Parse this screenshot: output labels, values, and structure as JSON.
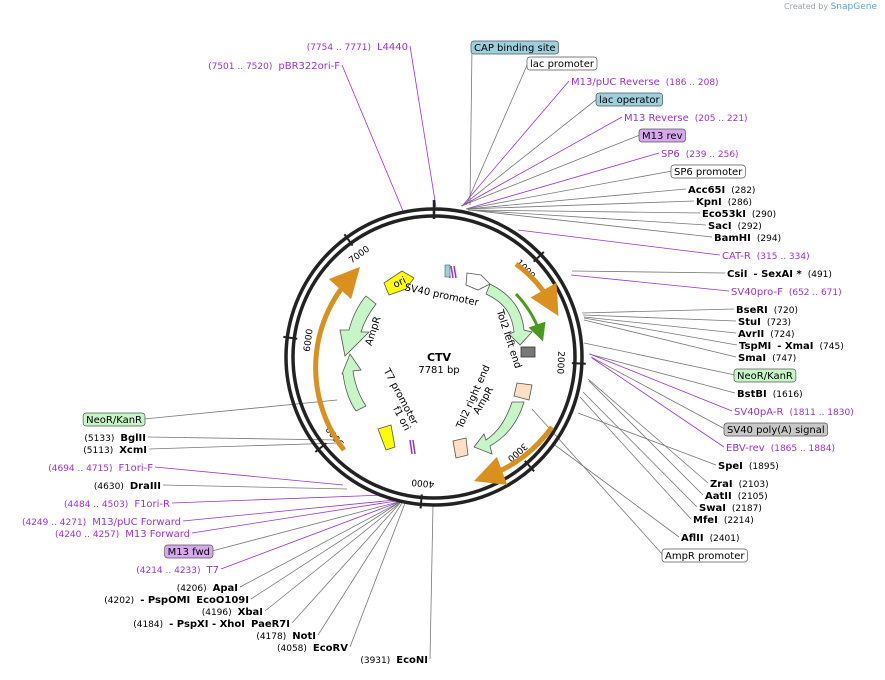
{
  "credit": {
    "created_by": "Created by",
    "brand": "SnapGene"
  },
  "plasmid": {
    "name": "CTV",
    "size": "7781 bp",
    "length": 7781
  },
  "ticks": [
    {
      "pos": 1000,
      "label": "1000"
    },
    {
      "pos": 2000,
      "label": "2000"
    },
    {
      "pos": 3000,
      "label": "3000"
    },
    {
      "pos": 4000,
      "label": "4000"
    },
    {
      "pos": 5000,
      "label": "5000"
    },
    {
      "pos": 6000,
      "label": "6000"
    },
    {
      "pos": 7000,
      "label": "7000"
    }
  ],
  "inner_labels": [
    {
      "key": "sv40-promoter-label",
      "text": "SV40 promoter"
    },
    {
      "key": "tol2-left-end-label",
      "text": "Tol2 left end"
    },
    {
      "key": "tol2-right-end-label",
      "text": "Tol2 right end"
    },
    {
      "key": "ampr-inner-label",
      "text": "AmpR"
    },
    {
      "key": "ampr-left-label",
      "text": "AmpR"
    },
    {
      "key": "t7-promoter-label",
      "text": "T7 promoter"
    },
    {
      "key": "f1-ori-label",
      "text": "f1 ori"
    },
    {
      "key": "ori-label",
      "text": "ori"
    }
  ],
  "labels": [
    {
      "text": "CAP binding site",
      "style": "box-teal"
    },
    {
      "text": "lac promoter",
      "style": "box-white"
    },
    {
      "text": "M13/pUC Reverse",
      "range": "(186 .. 208)",
      "style": "primer"
    },
    {
      "text": "lac operator",
      "style": "box-teal"
    },
    {
      "text": "M13 Reverse",
      "range": "(205 .. 221)",
      "style": "primer"
    },
    {
      "text": "M13 rev",
      "style": "box-purple"
    },
    {
      "text": "SP6",
      "range": "(239 .. 256)",
      "style": "primer"
    },
    {
      "text": "SP6 promoter",
      "style": "box-white"
    },
    {
      "text": "Acc65I",
      "range": "(282)",
      "style": "enzyme"
    },
    {
      "text": "KpnI",
      "range": "(286)",
      "style": "enzyme"
    },
    {
      "text": "Eco53kI",
      "range": "(290)",
      "style": "enzyme"
    },
    {
      "text": "SacI",
      "range": "(292)",
      "style": "enzyme"
    },
    {
      "text": "BamHI",
      "range": "(294)",
      "style": "enzyme"
    },
    {
      "text": "CAT-R",
      "range": "(315 .. 334)",
      "style": "primer"
    },
    {
      "text": "CsiI",
      "extra": "- SexAI *",
      "range": "(491)",
      "style": "enzyme"
    },
    {
      "text": "SV40pro-F",
      "range": "(652 .. 671)",
      "style": "primer"
    },
    {
      "text": "BseRI",
      "range": "(720)",
      "style": "enzyme"
    },
    {
      "text": "StuI",
      "range": "(723)",
      "style": "enzyme"
    },
    {
      "text": "AvrII",
      "range": "(724)",
      "style": "enzyme"
    },
    {
      "text": "TspMI",
      "extra": "- XmaI",
      "range": "(745)",
      "style": "enzyme"
    },
    {
      "text": "SmaI",
      "range": "(747)",
      "style": "enzyme"
    },
    {
      "text": "NeoR/KanR",
      "style": "box-green"
    },
    {
      "text": "BstBI",
      "range": "(1616)",
      "style": "enzyme"
    },
    {
      "text": "SV40pA-R",
      "range": "(1811 .. 1830)",
      "style": "primer"
    },
    {
      "text": "SV40 poly(A) signal",
      "style": "box-gray"
    },
    {
      "text": "EBV-rev",
      "range": "(1865 .. 1884)",
      "style": "primer"
    },
    {
      "text": "SpeI",
      "range": "(1895)",
      "style": "enzyme"
    },
    {
      "text": "ZraI",
      "range": "(2103)",
      "style": "enzyme"
    },
    {
      "text": "AatII",
      "range": "(2105)",
      "style": "enzyme"
    },
    {
      "text": "SwaI",
      "range": "(2187)",
      "style": "enzyme"
    },
    {
      "text": "MfeI",
      "range": "(2214)",
      "style": "enzyme"
    },
    {
      "text": "AflII",
      "range": "(2401)",
      "style": "enzyme"
    },
    {
      "text": "AmpR promoter",
      "style": "box-white"
    },
    {
      "text": "L4440",
      "range": "(7754 .. 7771)",
      "style": "primer"
    },
    {
      "text": "pBR322ori-F",
      "range": "(7501 .. 7520)",
      "style": "primer"
    },
    {
      "text": "NeoR/KanR",
      "style": "box-green"
    },
    {
      "text": "BglII",
      "range": "(5133)",
      "style": "enzyme"
    },
    {
      "text": "XcmI",
      "range": "(5113)",
      "style": "enzyme"
    },
    {
      "text": "F1ori-F",
      "range": "(4694 .. 4715)",
      "style": "primer"
    },
    {
      "text": "DraIII",
      "range": "(4630)",
      "style": "enzyme"
    },
    {
      "text": "F1ori-R",
      "range": "(4484 .. 4503)",
      "style": "primer"
    },
    {
      "text": "M13/pUC Forward",
      "range": "(4249 .. 4271)",
      "style": "primer"
    },
    {
      "text": "M13 Forward",
      "range": "(4240 .. 4257)",
      "style": "primer"
    },
    {
      "text": "M13 fwd",
      "style": "box-purple"
    },
    {
      "text": "T7",
      "range": "(4214 .. 4233)",
      "style": "primer"
    },
    {
      "text": "ApaI",
      "range": "(4206)",
      "style": "enzyme"
    },
    {
      "text": "EcoO109I",
      "extra": "- PspOMI",
      "range": "(4202)",
      "style": "enzyme"
    },
    {
      "text": "XbaI",
      "range": "(4196)",
      "style": "enzyme"
    },
    {
      "text": "PaeR7I",
      "extra": "- PspXI  - XhoI",
      "range": "(4184)",
      "style": "enzyme"
    },
    {
      "text": "NotI",
      "range": "(4178)",
      "style": "enzyme"
    },
    {
      "text": "EcoRV",
      "range": "(4058)",
      "style": "enzyme"
    },
    {
      "text": "EcoNI",
      "range": "(3931)",
      "style": "enzyme"
    }
  ],
  "colors": {
    "enzyme": "#000000",
    "primer": "#9b30d9",
    "teal_fill": "#9ecfdc",
    "green_fill": "#c8f5c8",
    "purple_fill": "#d7a8ee",
    "gray_fill": "#c8c8c8",
    "orf_orange": "#d9901e",
    "ori_yellow": "#ffff00"
  }
}
